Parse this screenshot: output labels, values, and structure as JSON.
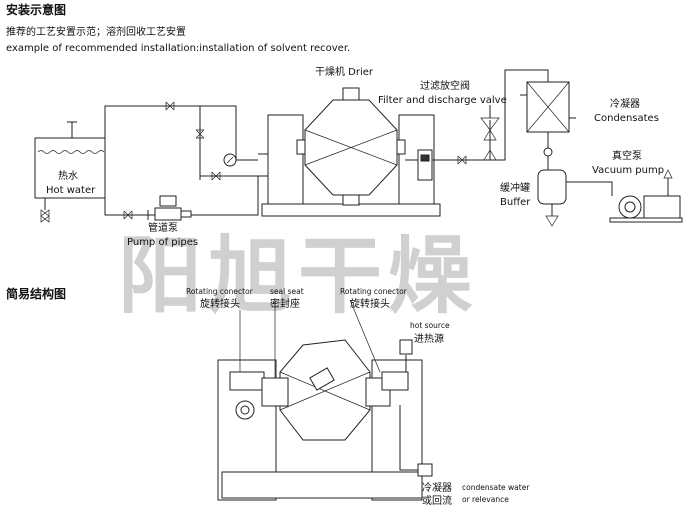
{
  "install": {
    "heading": "安装示意图",
    "subtitle_cn": "推荐的工艺安置示范；溶剂回收工艺安置",
    "subtitle_en": "example of recommended installation:installation of solvent recover."
  },
  "structure": {
    "heading": "简易结构图"
  },
  "labels": {
    "drier": "干燥机 Drier",
    "filter_cn": "过滤放空阀",
    "filter_en": "Filter and discharge valve",
    "condenser_cn": "冷凝器",
    "condenser_en": "Condensates",
    "vacuum_cn": "真空泵",
    "vacuum_en": "Vacuum pump",
    "buffer_cn": "缓冲罐",
    "buffer_en": "Buffer",
    "hotwater_cn": "热水",
    "hotwater_en": "Hot water",
    "pipepump_cn": "管道泵",
    "pipepump_en": "Pump of pipes",
    "rot1_en": "Rotating conector",
    "rot1_cn": "旋转接头",
    "seal_en": "seal seat",
    "seal_cn": "密封座",
    "rot2_en": "Rotating conector",
    "rot2_cn": "旋转接头",
    "hot_source_en": "hot source",
    "hot_source_cn": "进热源",
    "cond_water_cn1": "冷凝器",
    "cond_water_cn2": "或回流",
    "cond_water_en1": "condensate water",
    "cond_water_en2": "or relevance"
  },
  "watermark": "阳旭干燥"
}
